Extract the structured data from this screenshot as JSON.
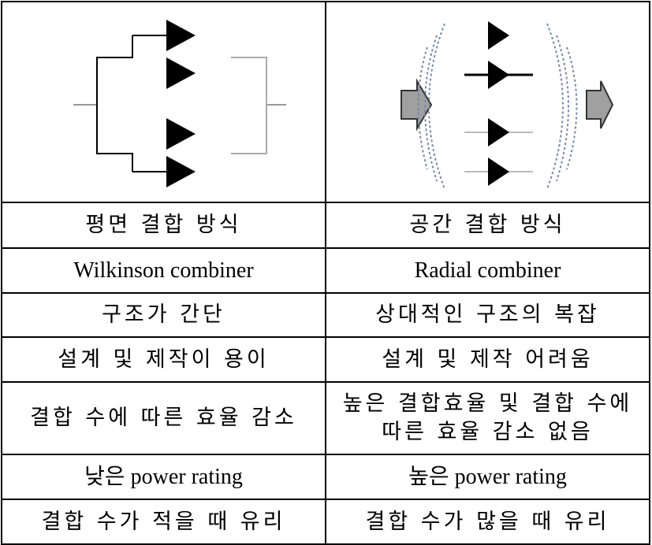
{
  "columns": {
    "planar": {
      "diagram_icon": "wilkinson-combiner-diagram",
      "rows": [
        "평면 결합 방식",
        "Wilkinson combiner",
        "구조가 간단",
        "설계 및 제작이 용이",
        "결합 수에 따른 효율 감소",
        "낮은 power rating",
        "결합 수가 적을 때 유리"
      ]
    },
    "spatial": {
      "diagram_icon": "radial-combiner-diagram",
      "rows": [
        "공간 결합 방식",
        "Radial combiner",
        "상대적인 구조의 복잡",
        "설계 및 제작 어려움",
        "높은 결합효율 및 결합 수에",
        "따른 효율 감소 없음",
        "높은 power rating",
        "결합 수가 많을 때 유리"
      ]
    }
  },
  "colors": {
    "border": "#000000",
    "arrow_fill": "#a0a0a0",
    "wave_stroke": "#7b86a8"
  }
}
